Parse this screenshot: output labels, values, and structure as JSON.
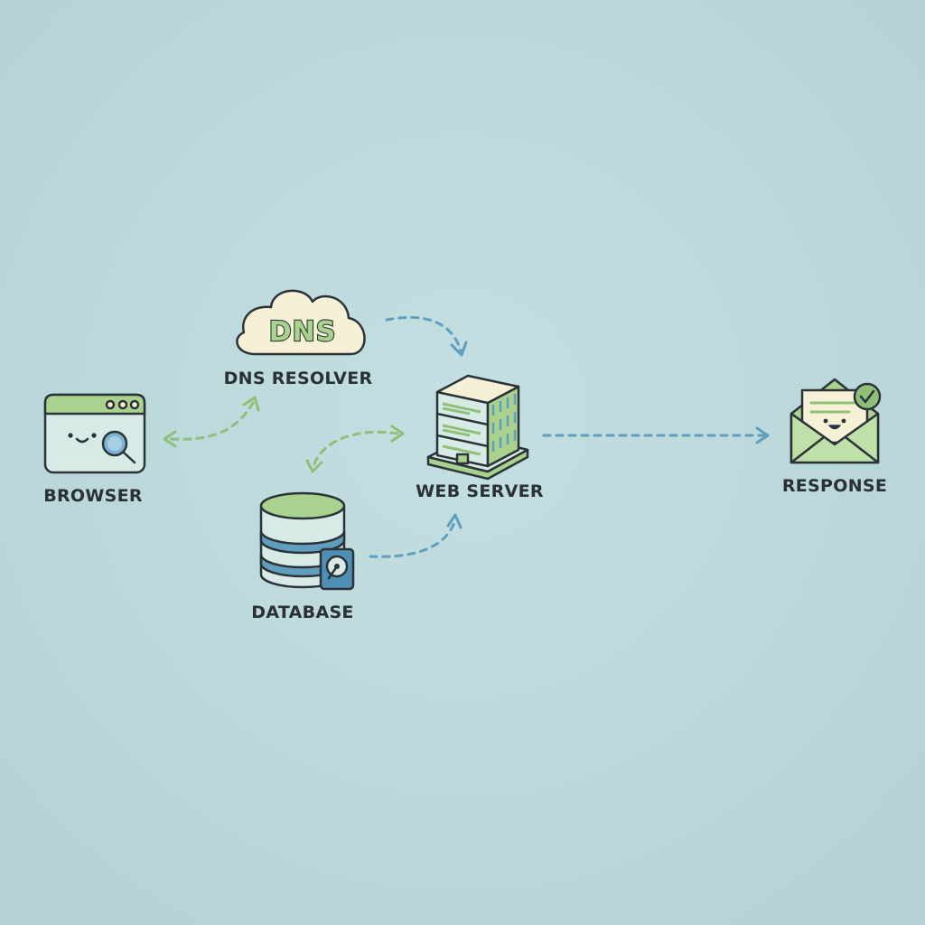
{
  "nodes": {
    "browser": {
      "label": "BROWSER"
    },
    "dns": {
      "label": "DNS RESOLVER",
      "cloud_text": "DNS"
    },
    "web_server": {
      "label": "WEB SERVER"
    },
    "database": {
      "label": "DATABASE"
    },
    "response": {
      "label": "RESPONSE"
    }
  },
  "connections": [
    {
      "from": "browser",
      "to": "dns",
      "direction": "both"
    },
    {
      "from": "dns",
      "to": "web_server",
      "direction": "forward"
    },
    {
      "from": "web_server",
      "to": "database",
      "direction": "both"
    },
    {
      "from": "database",
      "to": "web_server",
      "direction": "forward"
    },
    {
      "from": "web_server",
      "to": "response",
      "direction": "forward"
    }
  ],
  "colors": {
    "background": "#bcd9dc",
    "green_accent": "#a9d28e",
    "blue_accent": "#5f9fbd",
    "outline": "#2c3338",
    "cream": "#f6f0d6"
  }
}
